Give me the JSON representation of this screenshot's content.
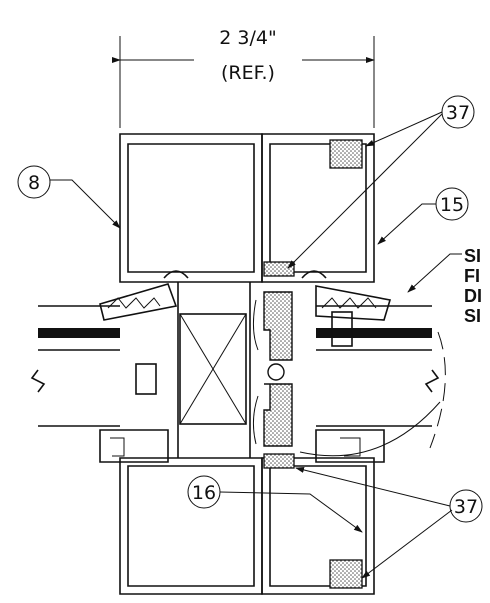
{
  "dimension": {
    "value": "2 3/4\"",
    "qualifier": "(REF.)"
  },
  "callouts": [
    {
      "id": "c8",
      "label": "8"
    },
    {
      "id": "c15",
      "label": "15"
    },
    {
      "id": "c37a",
      "label": "37"
    },
    {
      "id": "c16",
      "label": "16"
    },
    {
      "id": "c37b",
      "label": "37"
    }
  ],
  "note": {
    "lines": [
      "SI",
      "FI",
      "DI",
      "SI"
    ]
  },
  "colors": {
    "line": "#111111",
    "background": "#ffffff",
    "fill_pattern": "#cfcfcf"
  }
}
